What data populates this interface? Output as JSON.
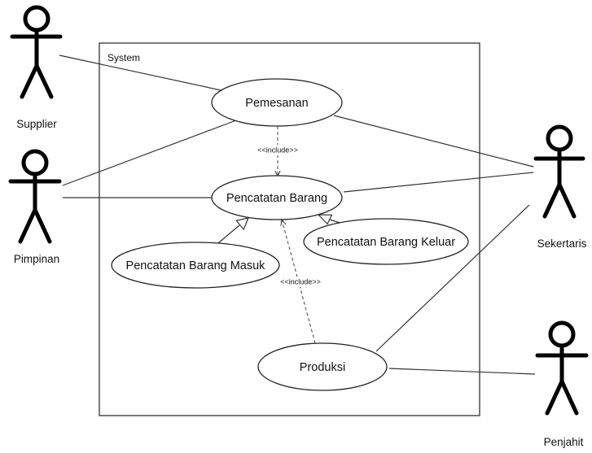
{
  "system": {
    "label": "System"
  },
  "actors": {
    "supplier": "Supplier",
    "pimpinan": "Pimpinan",
    "sekertaris": "Sekertaris",
    "penjahit": "Penjahit"
  },
  "use_cases": {
    "pemesanan": "Pemesanan",
    "pencatatan_barang": "Pencatatan Barang",
    "pencatatan_barang_keluar": "Pencatatan Barang Keluar",
    "pencatatan_barang_masuk": "Pencatatan Barang Masuk",
    "produksi": "Produksi"
  },
  "relations": {
    "include_pemesanan": "<<include>>",
    "include_produksi": "<<include>>"
  }
}
